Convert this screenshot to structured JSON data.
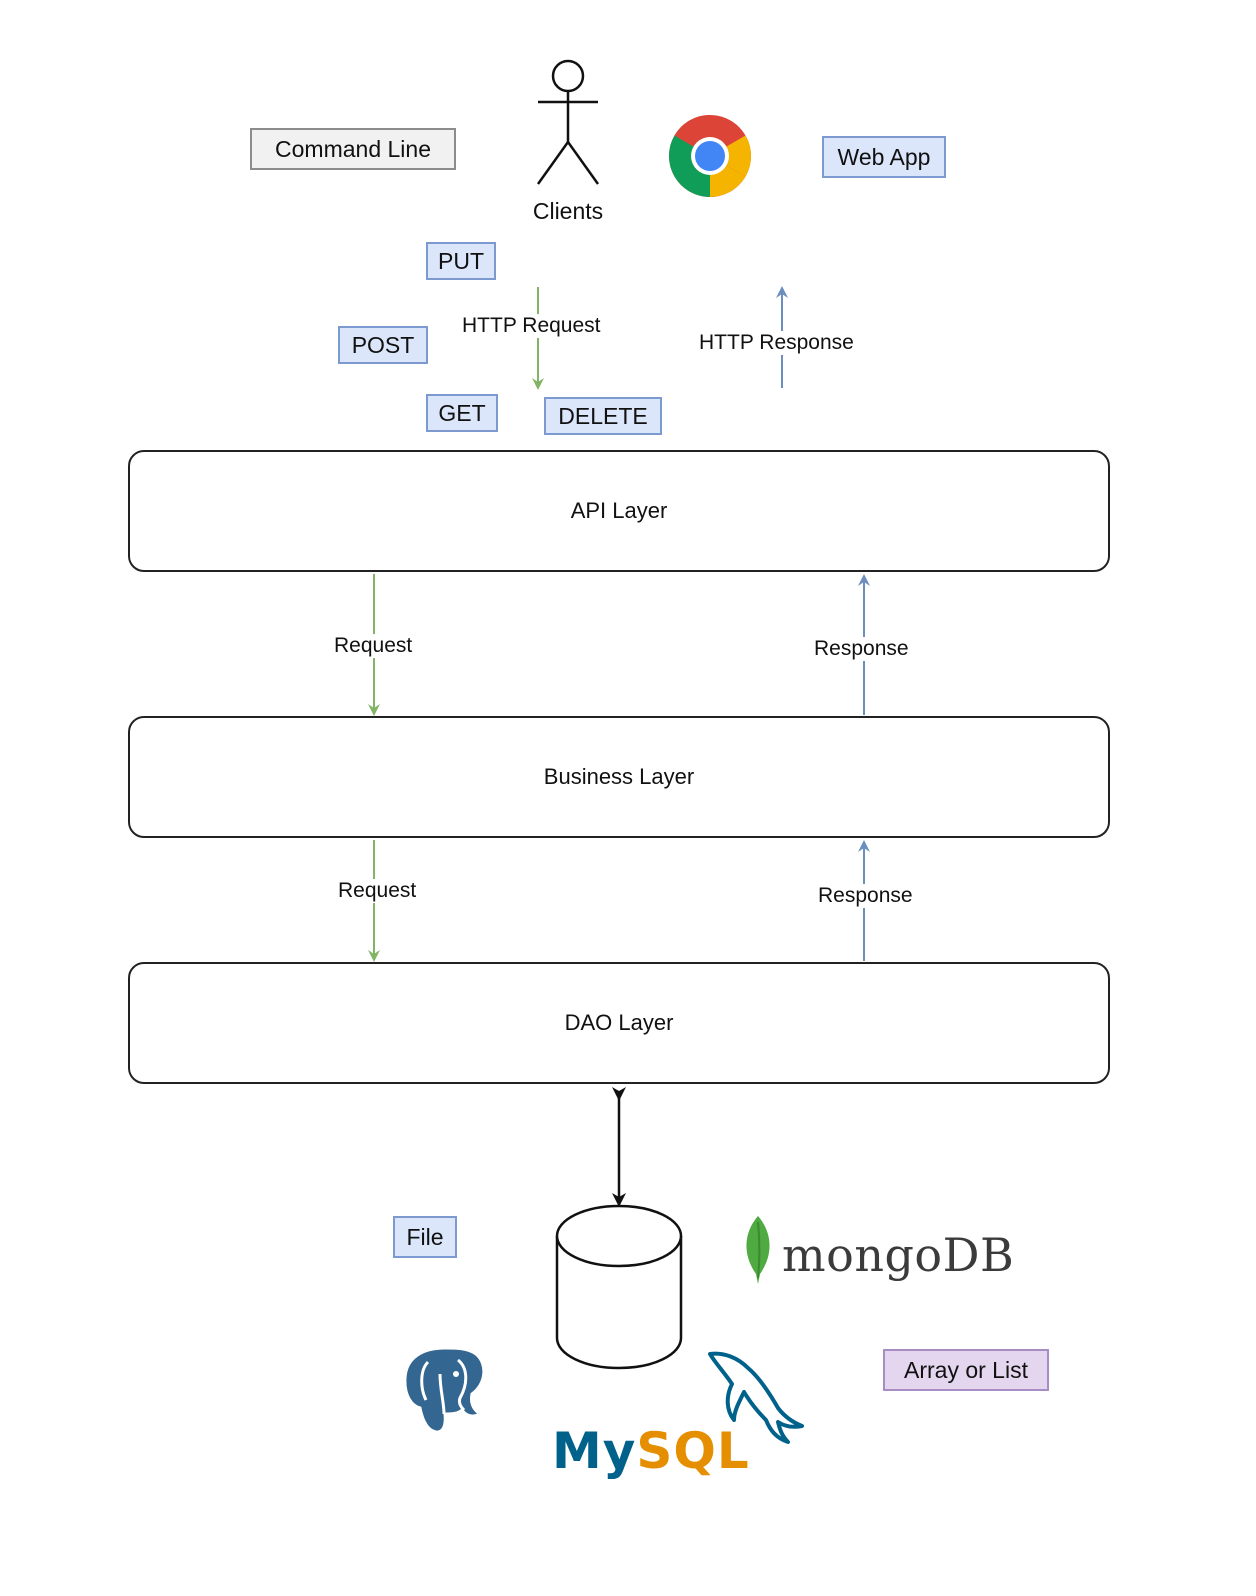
{
  "clients": {
    "label": "Clients",
    "command_line": "Command Line",
    "web_app": "Web App",
    "browser_icon": "chrome-icon",
    "actor_icon": "stick-figure-icon"
  },
  "http": {
    "methods": [
      "PUT",
      "POST",
      "GET",
      "DELETE"
    ],
    "request_label": "HTTP Request",
    "response_label": "HTTP Response"
  },
  "layers": {
    "api": "API Layer",
    "business": "Business Layer",
    "dao": "DAO Layer"
  },
  "flows": {
    "request_1": "Request",
    "response_1": "Response",
    "request_2": "Request",
    "response_2": "Response"
  },
  "storage": {
    "file": "File",
    "array_or_list": "Array or List",
    "mongodb": "mongoDB",
    "mysql_part1": "My",
    "mysql_part2": "SQL",
    "database_icon": "database-cylinder-icon",
    "postgres_icon": "postgresql-elephant-icon",
    "mongo_icon": "mongodb-leaf-icon",
    "mysql_icon": "mysql-dolphin-icon"
  },
  "colors": {
    "request_arrow": "#82b366",
    "response_arrow": "#6c8ebf",
    "method_box": "#dbe6fb",
    "array_box": "#e4d6ee",
    "mysql_blue": "#00618a",
    "mysql_orange": "#e48e00",
    "mongo_green": "#4faa41",
    "postgres_blue": "#336791"
  }
}
